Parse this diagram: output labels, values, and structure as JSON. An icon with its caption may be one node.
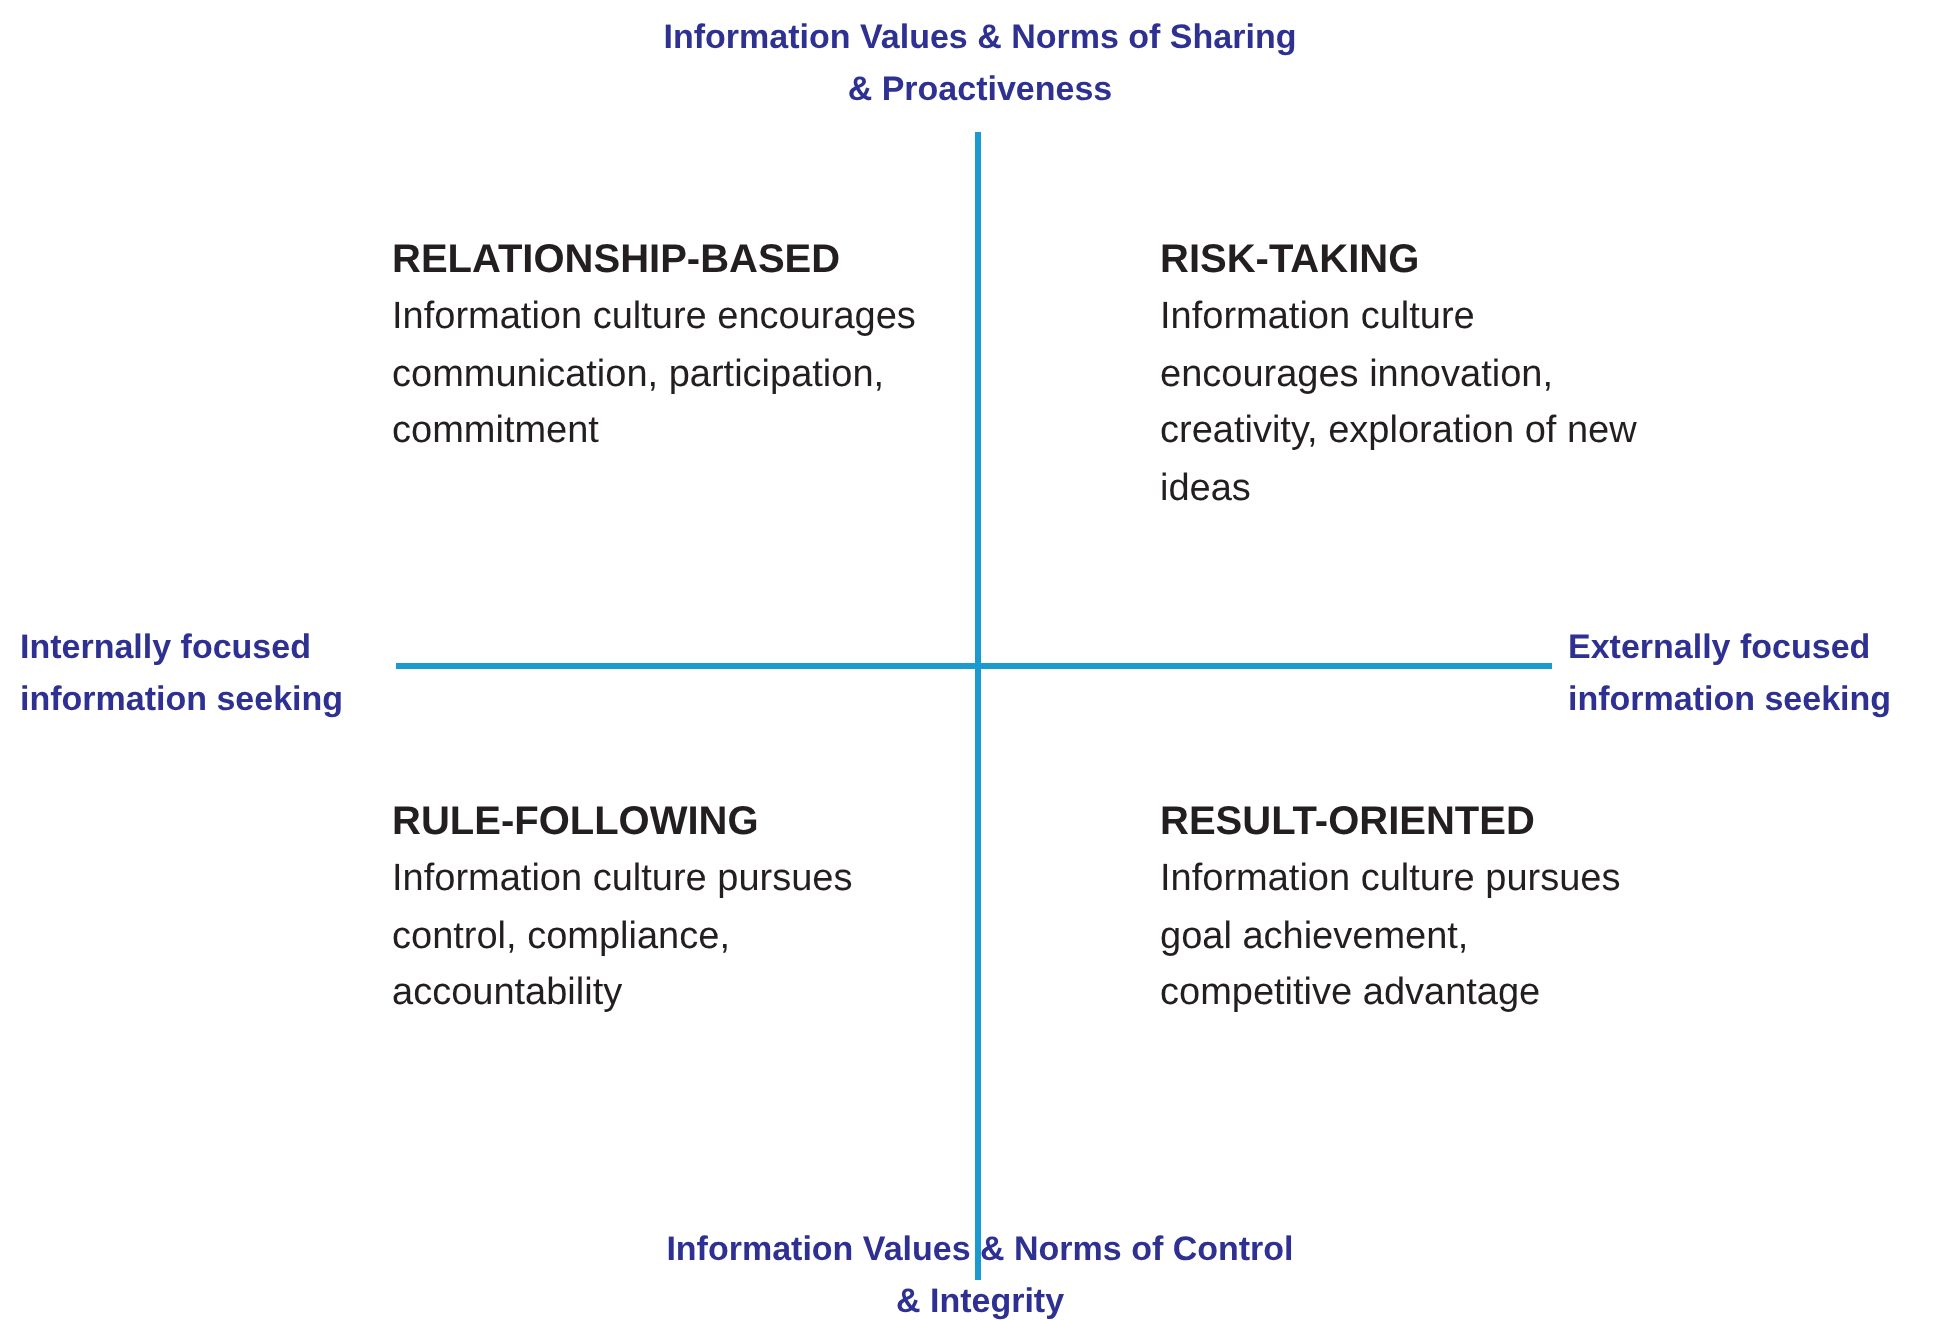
{
  "diagram": {
    "labels": [
      "Information Values & Norms of Sharing & Proactiveness",
      "RELATIONSHIP-BASED",
      "Information culture encourages communication, participation, commitment",
      "RISK-TAKING",
      "Information culture encourages innovation, creativity, exploration of new ideas",
      "Internally focused information seeking",
      "Externally focused information seeking",
      "RULE-FOLLOWING",
      "Information culture pursues control, compliance, accountability",
      "RESULT-ORIENTED",
      "Information culture pursues goal achievement, competitive advantage",
      "Information Values & Norms of Control & Integrity"
    ]
  }
}
